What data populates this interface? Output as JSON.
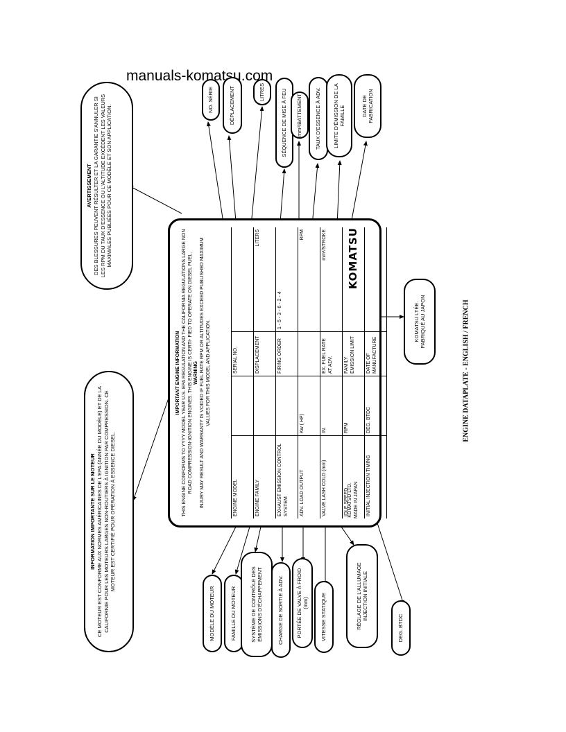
{
  "watermark": "manuals-komatsu.com",
  "warning_fr": {
    "title": "AVERTISSEMENT",
    "text": "DES BLESSURES PEUVENT RÉSULTER ET LA GARANTIE S'ANNULER SI LES RPM DU TAUX D'ESSENCE OU L'ALTITUDE EXCÈDENT LES VALEURS MAXIMALES PUBLIÉES POUR CE MODÈLE ET SON APPLICATION."
  },
  "info_fr": {
    "title": "INFORMATION IMPORTANTE SUR LE MOTEUR",
    "text": "CE MOTEUR EST CONFORME AUX NORMES AMÉRICAINES DE L'EPA (ANNÉE DU MODÈLE) ET DE LA CALIFORNIE POUR LES MOTEURS LARGES NON-ROUTIERS À IGNITION PAR COMPRESSION. CE MOTEUR EST CERTIFIÉ POUR OPÉRATION À ESSENCE DIESEL."
  },
  "plate": {
    "heading": "IMPORTANT ENGINE INFORMATION",
    "conform_text": "THIS ENGINE CONFORMS TO YYYY MODEL YEAR U.S. EPA REGULATION AND THE CALIFORNIA REGULATIONS LARGE NON ROAD COMPRESSION-IGNITION ENGINES. THIS ENGINE IS CERTI- FIED TO OPERATE ON DIESEL FUEL.",
    "warning_title": "WARNING",
    "warning_text": "INJURY MAY RESULT AND WARRANTY IS VOIDED IF FUEL RATE RPM OR ALTITUDES EXCEED PUBLISHED MAXIMUM VALUES FOR THIS MODEL AND APPLICATION.",
    "rows": [
      {
        "label": "ENGINE MODEL",
        "mid": "",
        "sub": "SERIAL NO.",
        "value": "",
        "unit": ""
      },
      {
        "label": "ENGINE FAMILY",
        "mid": "",
        "sub": "DISPLACEMENT",
        "value": "",
        "unit": "LITERS"
      },
      {
        "label": "EXHAUST EMISSION CONTROL SYSTEM",
        "mid": "",
        "sub": "FIRING ORDER",
        "value": "1 - 5 - 3 - 6 - 2 - 4",
        "unit": ""
      },
      {
        "label": "ADV. LOAD OUTPUT",
        "mid": "Kw (          HP)",
        "sub": "",
        "value": "",
        "unit": "RPM"
      },
      {
        "label": "VALVE LASH COLD (mm)",
        "mid": "IN.",
        "sub": "EX.   FUEL RATE AT ADV.",
        "value": "",
        "unit": "mm³/STROKE"
      },
      {
        "label": "IDLE SPEED",
        "mid": "RPM",
        "sub": "FAMILY EMISSION LIMIT",
        "value": "",
        "unit": ""
      },
      {
        "label": "INITIAL INJECTION TIMING",
        "mid": "DEG. BTDC",
        "sub": "DATE OF MANUFACTURE",
        "value": "",
        "unit": ""
      }
    ],
    "logo": "KOMATSU",
    "maker_line1": "KOMATSU LTD.",
    "maker_line2": "MADE IN JAPAN"
  },
  "labels_top": [
    {
      "id": "no-serie",
      "text": "NO. SÉRIE"
    },
    {
      "id": "deplacement",
      "text": "DÉPLACEMENT"
    },
    {
      "id": "litres",
      "text": "LITRES"
    },
    {
      "id": "sequence",
      "text": "SÉQUENCE DE MISE À FEU"
    },
    {
      "id": "battement",
      "text": "mm³/BATTEMENT"
    },
    {
      "id": "taux",
      "text": "TAUX D'ESSENCE À ADV."
    },
    {
      "id": "limite",
      "text": "LIMITE D'ÉMISSION DE LA FAMILLE"
    },
    {
      "id": "date",
      "text": "DATE DE FABRICATION"
    }
  ],
  "labels_bottom": [
    {
      "id": "modele",
      "text": "MODÈLE DU MOTEUR"
    },
    {
      "id": "famille",
      "text": "FAMILLE DU MOTEUR"
    },
    {
      "id": "systeme",
      "text": "SYSTÈME DE CONTRÔLE DES ÉMISSIONS D'ÉCHAPPEMENT"
    },
    {
      "id": "charge",
      "text": "CHARGE DE SORTIE À ADV."
    },
    {
      "id": "portee",
      "text": "PORTÉE DE VALVE À FROID (mm)"
    },
    {
      "id": "vitesse",
      "text": "VITESSE STATIQUE"
    },
    {
      "id": "reglage",
      "text": "RÉGLAGE DE L'ALLUMAGE INJECTION INITIALE"
    },
    {
      "id": "btdc",
      "text": "DEG. BTDC"
    }
  ],
  "komatsu_ltee": {
    "line1": "KOMATSU LTÉE.",
    "line2": "FABRIQUÉ AU JAPON"
  },
  "caption": "ENGINE DATAPLATE - ENGLISH / FRENCH"
}
